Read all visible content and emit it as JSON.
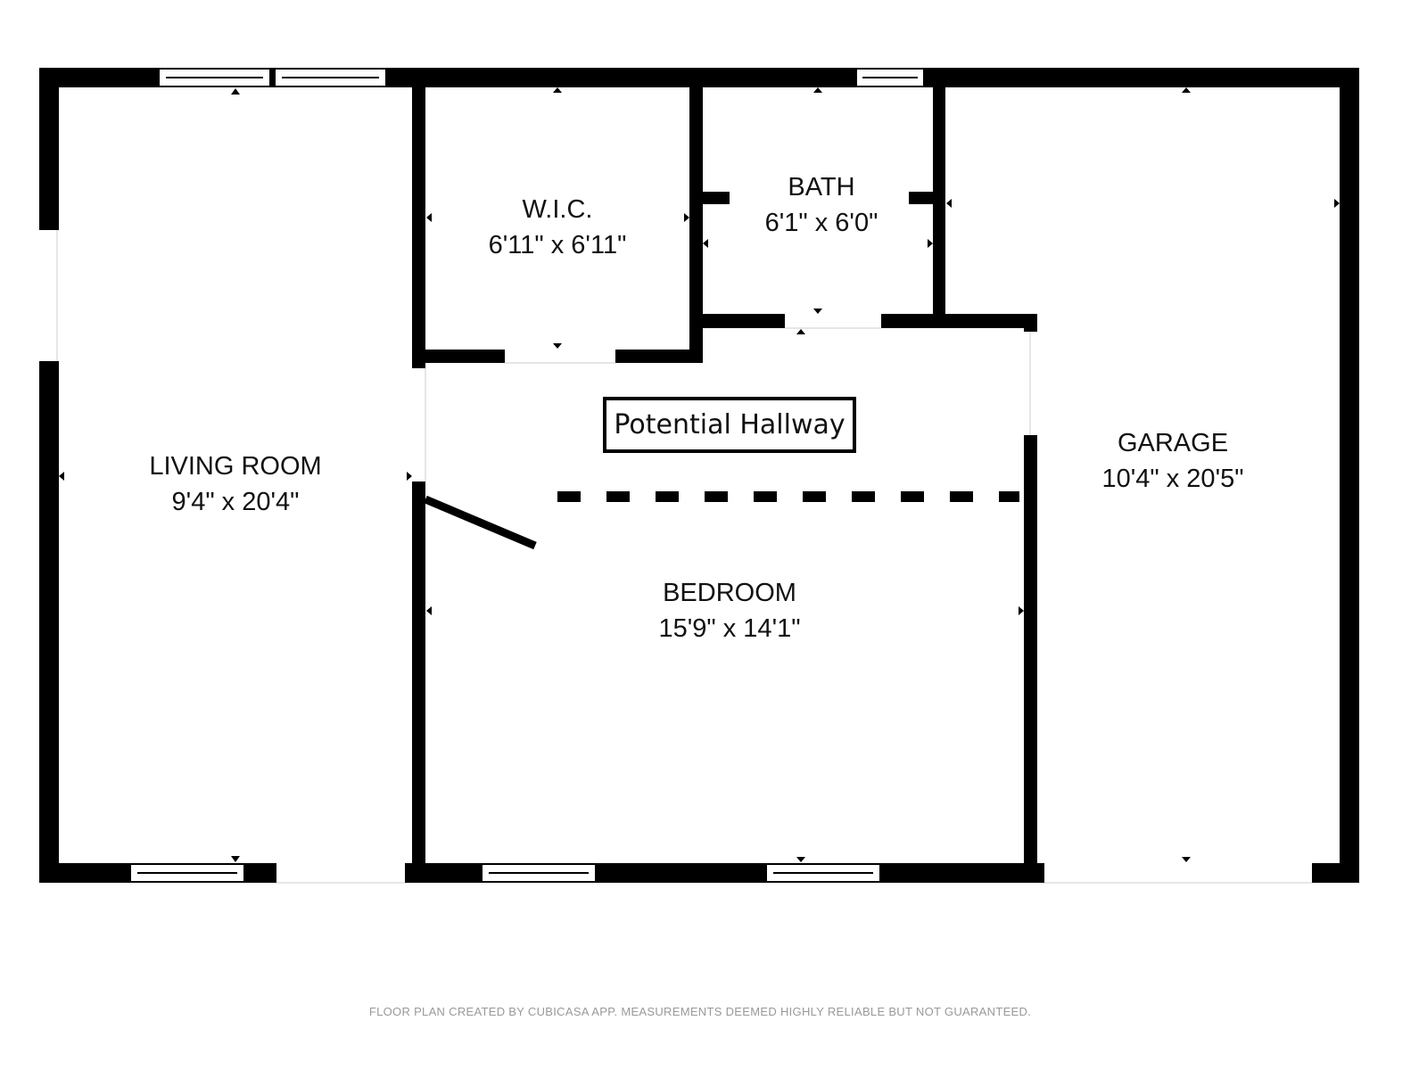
{
  "rooms": [
    {
      "name": "LIVING ROOM",
      "size": "9'4\" x 20'4\""
    },
    {
      "name": "W.I.C.",
      "size": "6'11\" x 6'11\""
    },
    {
      "name": "BATH",
      "size": "6'1\" x 6'0\""
    },
    {
      "name": "GARAGE",
      "size": "10'4\" x 20'5\""
    },
    {
      "name": "BEDROOM",
      "size": "15'9\" x 14'1\""
    }
  ],
  "annotation": "Potential Hallway",
  "footer": "FLOOR PLAN CREATED BY CUBICASA APP. MEASUREMENTS DEEMED HIGHLY RELIABLE BUT NOT GUARANTEED.",
  "colors": {
    "wall": "#000000",
    "footer": "#999999"
  }
}
